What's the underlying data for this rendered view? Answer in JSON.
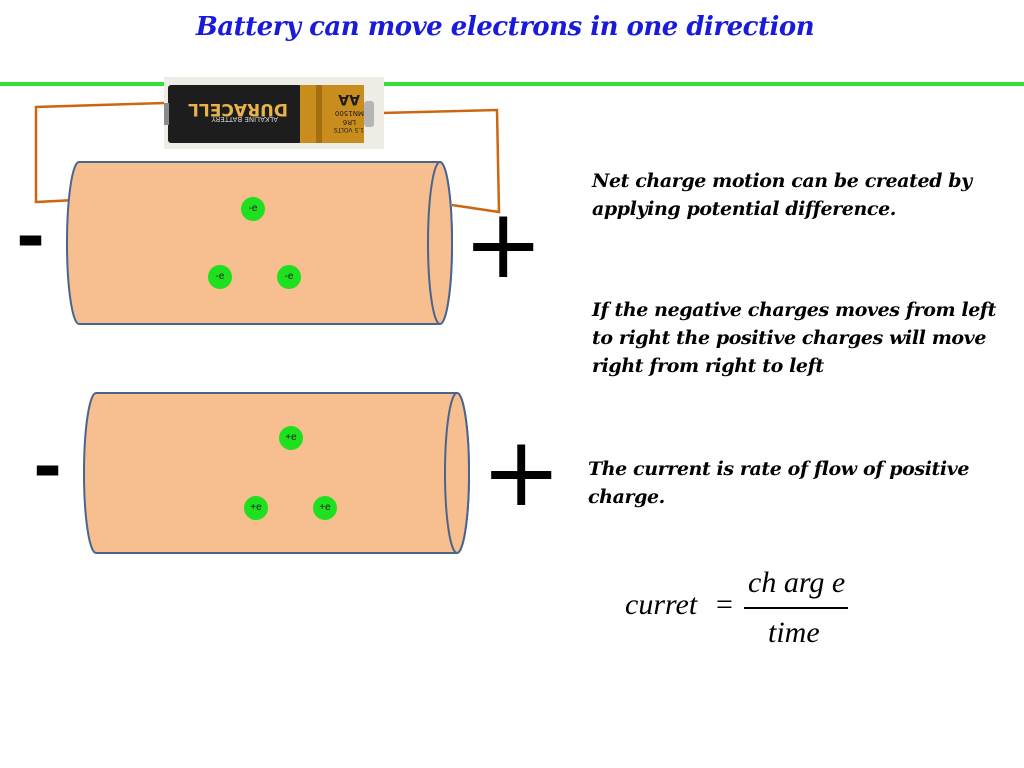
{
  "title": "Battery can move electrons in one direction",
  "battery": {
    "brand": "DURACELL",
    "type": "ALKALINE BATTERY",
    "size": "AA",
    "model": "MN1500",
    "code": "LR6",
    "voltage": "1.5 VOLTS"
  },
  "conductor_top": {
    "left_sign": "-",
    "right_sign": "+",
    "charges": [
      "-e",
      "-e",
      "-e"
    ]
  },
  "conductor_bottom": {
    "left_sign": "-",
    "right_sign": "+",
    "charges": [
      "+e",
      "+e",
      "+e"
    ]
  },
  "notes": {
    "note1": "Net charge motion can be created by applying potential difference.",
    "note2": "If the negative charges moves from left to right the positive charges will move right from right to left",
    "note3": "The current is rate of flow of positive charge."
  },
  "formula": {
    "lhs": "curret",
    "equals": "=",
    "numerator": "ch arg e",
    "denominator": "time"
  },
  "colors": {
    "title": "#1a1adb",
    "rule": "#33e033",
    "conductor_fill": "#f7bf8f",
    "conductor_edge": "#4a6490",
    "wire": "#cc6611",
    "charge": "#1ee01e"
  }
}
